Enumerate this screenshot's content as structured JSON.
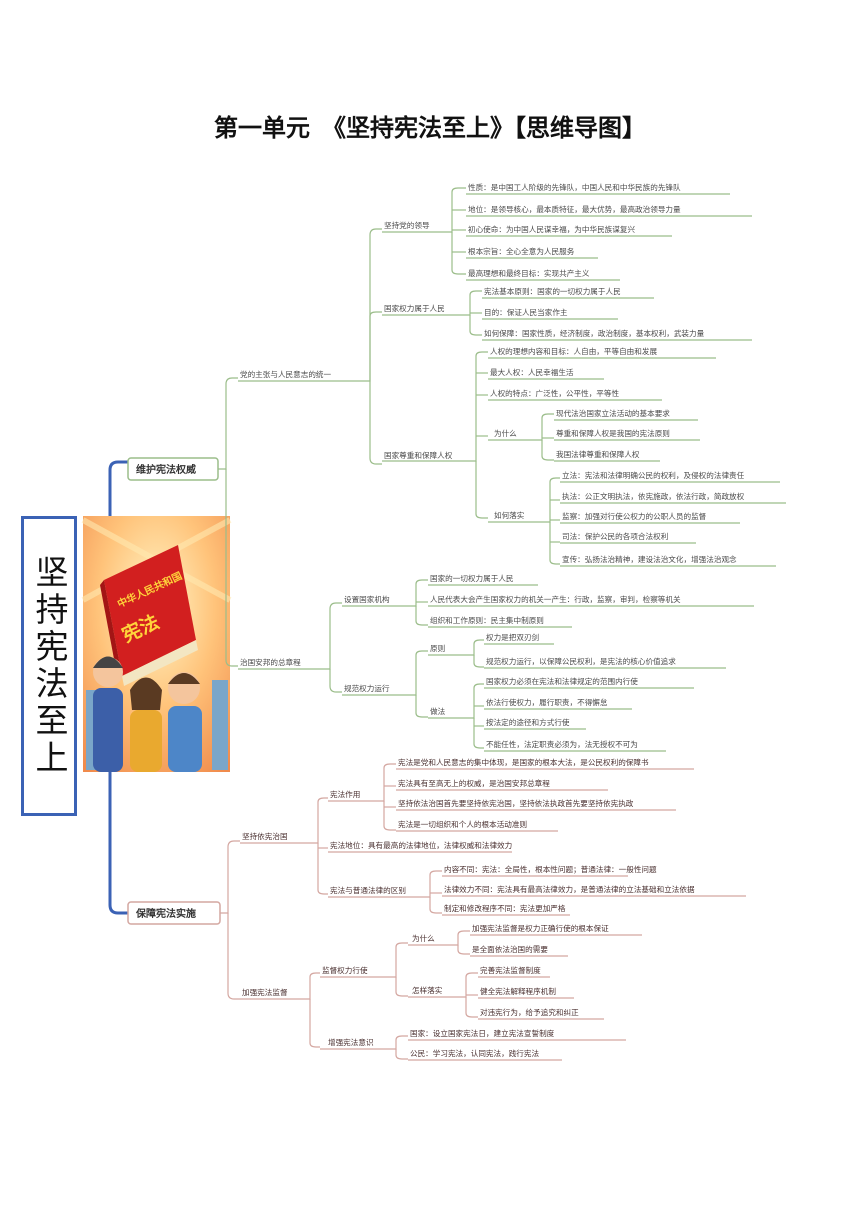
{
  "page": {
    "title": "第一单元　《坚持宪法至上》【思维导图】"
  },
  "root": {
    "label": "坚持宪法至上"
  },
  "colors": {
    "green_line": "#9bbd8a",
    "red_line": "#d4a7a1",
    "root_border": "#3b62b5",
    "book_red": "#d21f1f"
  },
  "illustration": {
    "book_header": "中华人民共和国",
    "book_title": "宪法",
    "icon": "constitution-book-people-illustration"
  },
  "branch_top": {
    "label": "维护宪法权威",
    "sub1": {
      "label": "党的主张与人民意志的统一",
      "g1": {
        "label": "坚持党的领导",
        "items": [
          "性质：是中国工人阶级的先锋队，中国人民和中华民族的先锋队",
          "地位：是领导核心，最本质特征，最大优势，最高政治领导力量",
          "初心使命：为中国人民谋幸福，为中华民族谋复兴",
          "根本宗旨：全心全意为人民服务",
          "最高理想和最终目标：实现共产主义"
        ]
      },
      "g2": {
        "label": "国家权力属于人民",
        "items": [
          "宪法基本原则：国家的一切权力属于人民",
          "目的：保证人民当家作主",
          "如何保障：国家性质，经济制度，政治制度，基本权利，武装力量"
        ]
      },
      "g3": {
        "label": "国家尊重和保障人权",
        "items": [
          "人权的理想内容和目标：人自由，平等自由和发展",
          "最大人权：人民幸福生活",
          "人权的特点：广泛性，公平性，平等性"
        ],
        "why": {
          "label": "为什么",
          "items": [
            "现代法治国家立法活动的基本要求",
            "尊重和保障人权是我国的宪法原则",
            "我国法律尊重和保障人权"
          ]
        },
        "how": {
          "label": "如何落实",
          "items": [
            "立法：宪法和法律明确公民的权利，及侵权的法律责任",
            "执法：公正文明执法，依宪施政，依法行政，简政放权",
            "监察：加强对行使公权力的公职人员的监督",
            "司法：保护公民的各项合法权利",
            "宣传：弘扬法治精神，建设法治文化，增强法治观念"
          ]
        }
      }
    },
    "sub2": {
      "label": "治国安邦的总章程",
      "g1": {
        "label": "设置国家机构",
        "items": [
          "国家的一切权力属于人民",
          "人民代表大会产生国家权力的机关一产生：行政，监察，审判，检察等机关",
          "组织和工作原则：民主集中制原则"
        ]
      },
      "g2": {
        "label": "规范权力运行",
        "principle": {
          "label": "原则",
          "items": [
            "权力是把双刃剑",
            "规范权力运行，以保障公民权利，是宪法的核心价值追求"
          ]
        },
        "method": {
          "label": "做法",
          "items": [
            "国家权力必须在宪法和法律规定的范围内行使",
            "依法行使权力，履行职责，不得懈怠",
            "按法定的途径和方式行使",
            "不能任性，法定职责必须为，法无授权不可为"
          ]
        }
      }
    }
  },
  "branch_bottom": {
    "label": "保障宪法实施",
    "sub1": {
      "label": "坚持依宪治国",
      "role": {
        "label": "宪法作用",
        "items": [
          "宪法是党和人民意志的集中体现，是国家的根本大法，是公民权利的保障书",
          "宪法具有至高无上的权威，是治国安邦总章程",
          "坚持依法治国首先要坚持依宪治国，坚持依法执政首先要坚持依宪执政",
          "宪法是一切组织和个人的根本活动准则"
        ]
      },
      "status": "宪法地位：具有最高的法律地位，法律权威和法律效力",
      "diff": {
        "label": "宪法与普通法律的区别",
        "items": [
          "内容不同：宪法：全局性，根本性问题；普通法律：一般性问题",
          "法律效力不同：宪法具有最高法律效力，是普通法律的立法基础和立法依据",
          "制定和修改程序不同：宪法更加严格"
        ]
      }
    },
    "sub2": {
      "label": "加强宪法监督",
      "g1": {
        "label": "监督权力行使",
        "why": {
          "label": "为什么",
          "items": [
            "加强宪法监督是权力正确行使的根本保证",
            "是全面依法治国的需要"
          ]
        },
        "how": {
          "label": "怎样落实",
          "items": [
            "完善宪法监督制度",
            "健全宪法解释程序机制",
            "对违宪行为，给予追究和纠正"
          ]
        }
      },
      "g2": {
        "label": "增强宪法意识",
        "items": [
          "国家：设立国家宪法日，建立宪法宣誓制度",
          "公民：学习宪法，认同宪法，践行宪法"
        ]
      }
    }
  }
}
